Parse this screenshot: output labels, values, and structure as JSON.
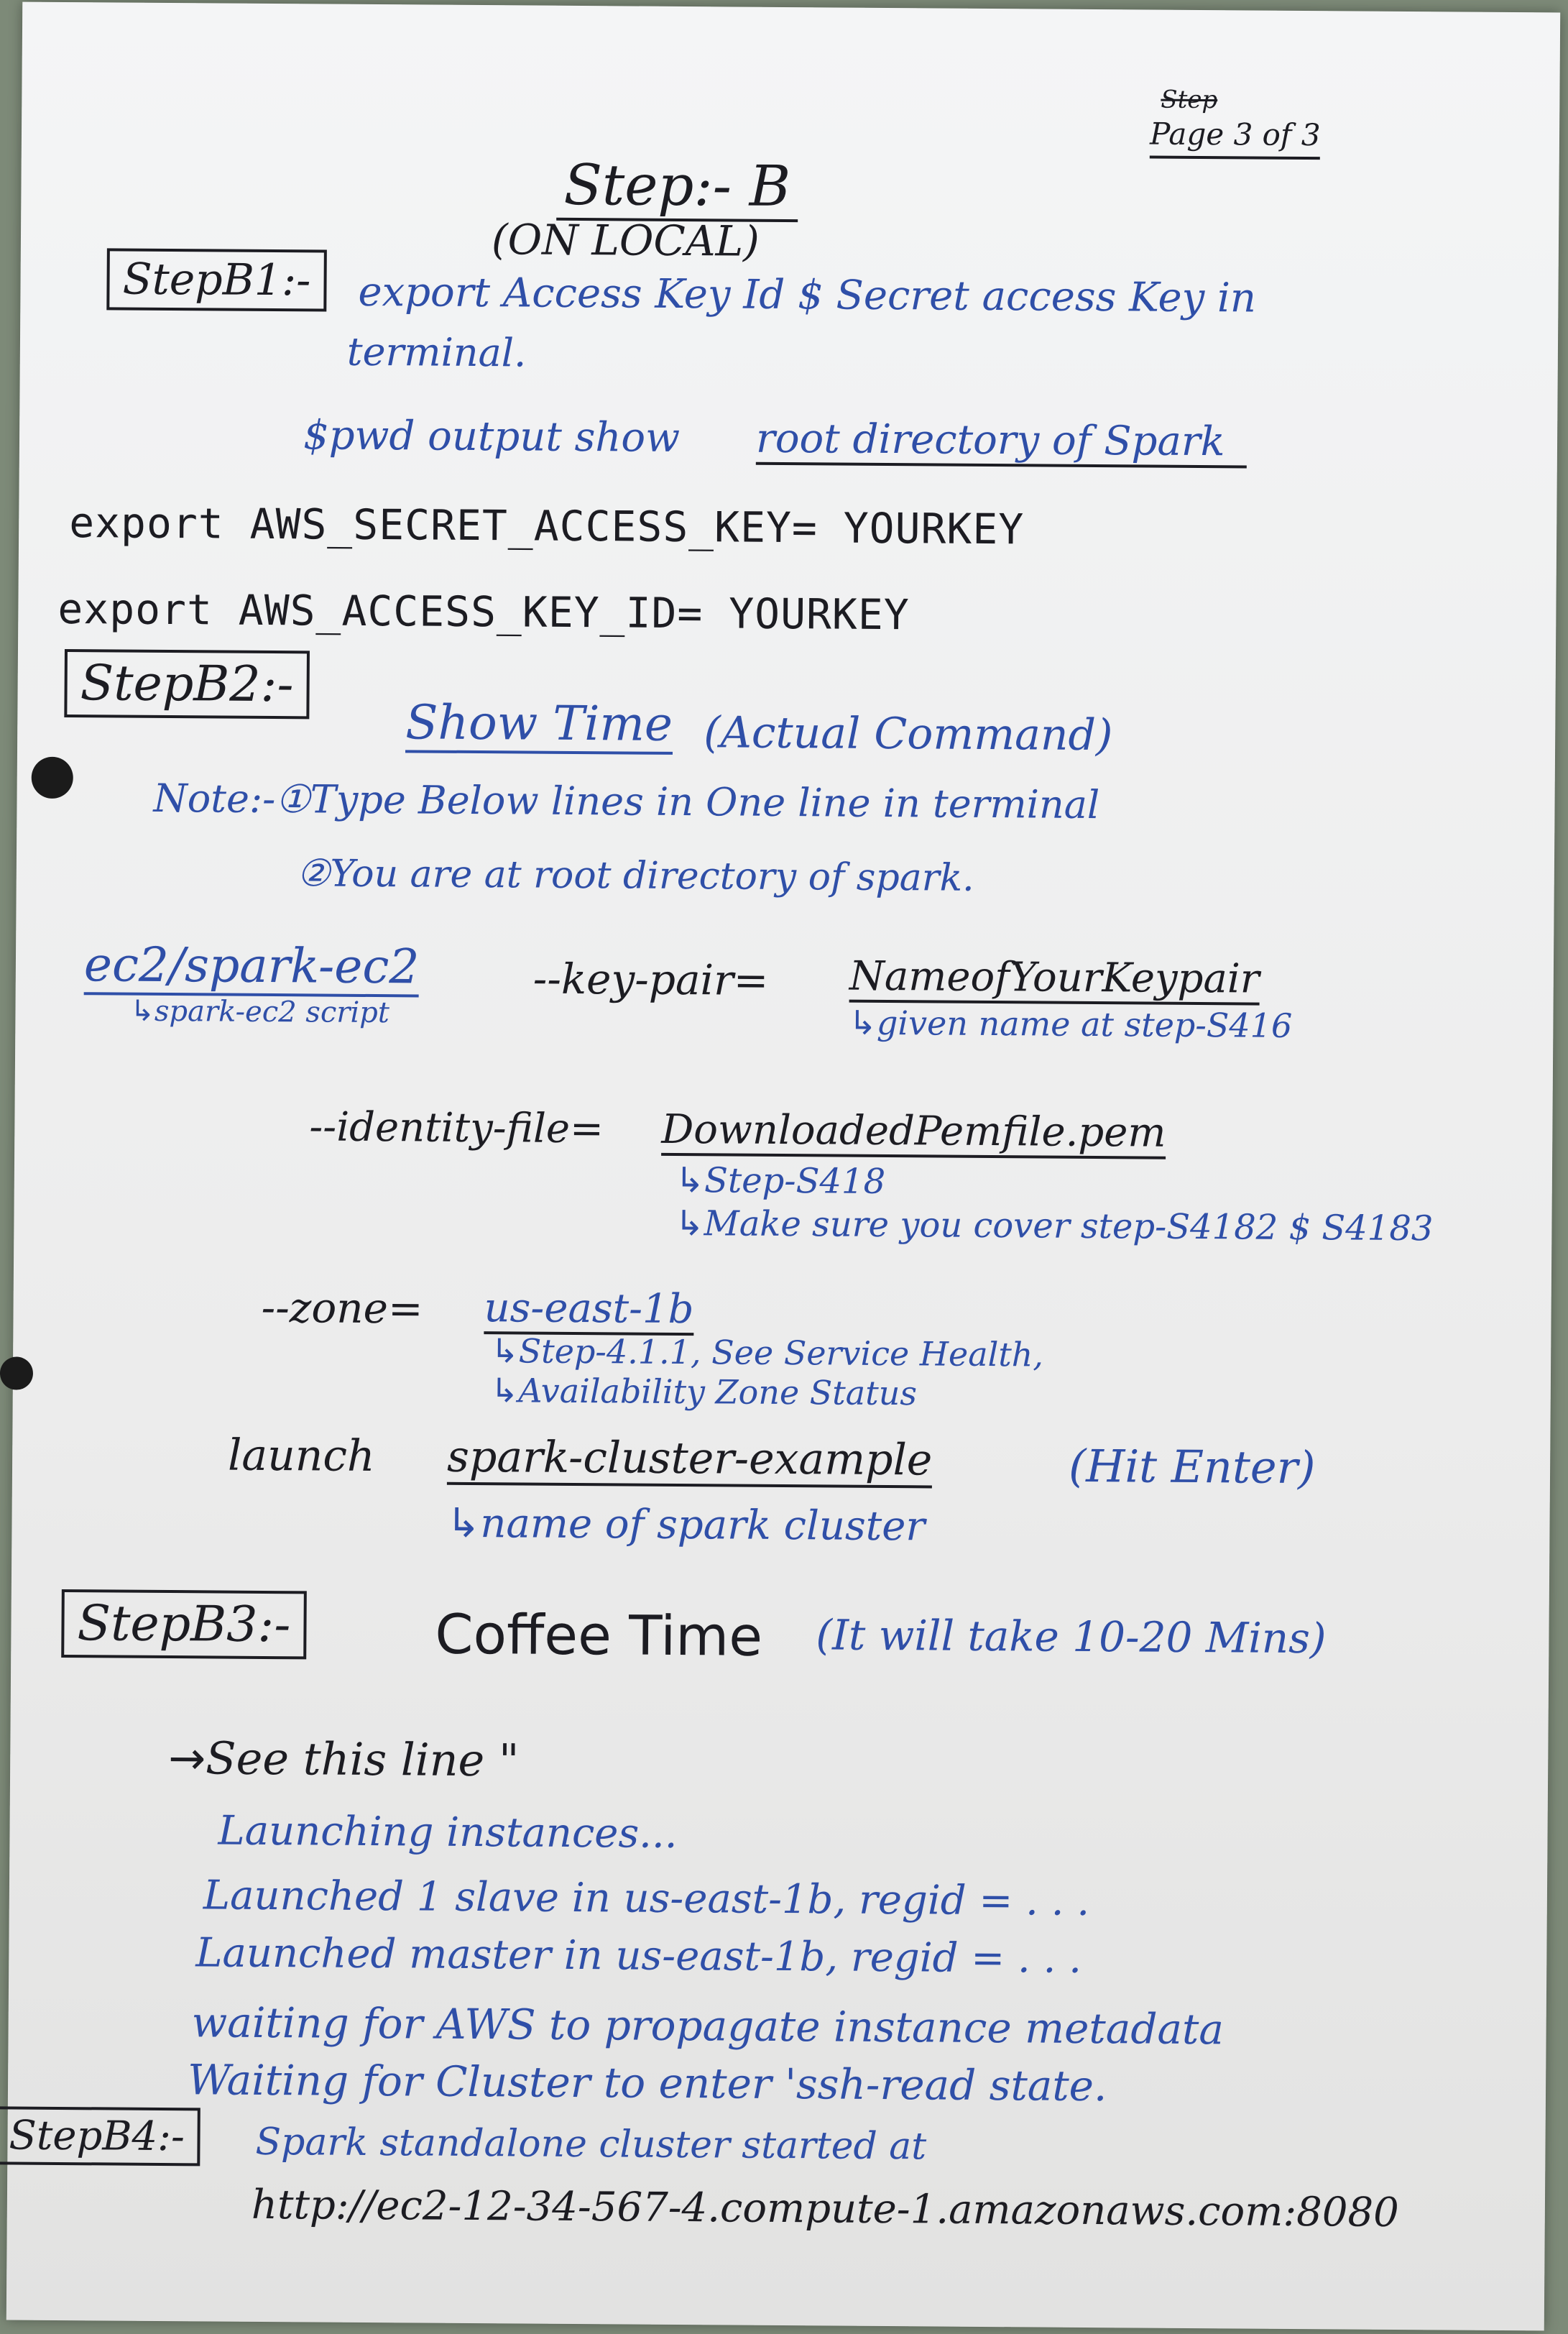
{
  "page_no": {
    "strike": "Step",
    "text": "Page 3 of 3"
  },
  "title": {
    "main": "Step:- B",
    "sub": "(ON LOCAL)"
  },
  "b1": {
    "label": "StepB1:-",
    "text_1": "export Access Key Id $ Secret access Key in",
    "text_2": "terminal.",
    "pwd_lead": "$pwd output show",
    "pwd_link": "root directory of Spark",
    "cmd_1": "export AWS_SECRET_ACCESS_KEY= YOURKEY",
    "cmd_2": "export AWS_ACCESS_KEY_ID= YOURKEY"
  },
  "b2": {
    "label": "StepB2:-",
    "heading": "Show Time",
    "heading_note": "(Actual Command)",
    "note_1": "Note:-①Type Below lines in One line in terminal",
    "note_2": "②You are at root directory of spark.",
    "script": "ec2/spark-ec2",
    "script_note": "spark-ec2 script",
    "keypair_flag": "--key-pair=",
    "keypair_val": "NameofYourKeypair",
    "keypair_note": "given name at step-S416",
    "identity_flag": "--identity-file=",
    "identity_val": "DownloadedPemfile.pem",
    "identity_note_1": "Step-S418",
    "identity_note_2": "Make sure you cover step-S4182 $ S4183",
    "zone_flag": "--zone=",
    "zone_val": "us-east-1b",
    "zone_note_1": "Step-4.1.1, See Service Health,",
    "zone_note_2": "Availability Zone Status",
    "launch": "launch",
    "cluster": "spark-cluster-example",
    "hit_enter": "(Hit Enter)",
    "cluster_note": "name of spark cluster"
  },
  "b3": {
    "label": "StepB3:-",
    "heading": "Coffee Time",
    "heading_note": "(It will take 10-20 Mins)",
    "see": "See this line \"",
    "log_1": "Launching instances...",
    "log_2": "Launched 1 slave in us-east-1b, regid = . . .",
    "log_3": "Launched master in us-east-1b, regid = . . .",
    "log_4": "waiting for AWS to propagate instance metadata",
    "log_5": "Waiting for Cluster to enter 'ssh-read state."
  },
  "b4": {
    "label": "StepB4:-",
    "text": "Spark standalone cluster started at",
    "url": "http://ec2-12-34-567-4.compute-1.amazonaws.com:8080"
  }
}
